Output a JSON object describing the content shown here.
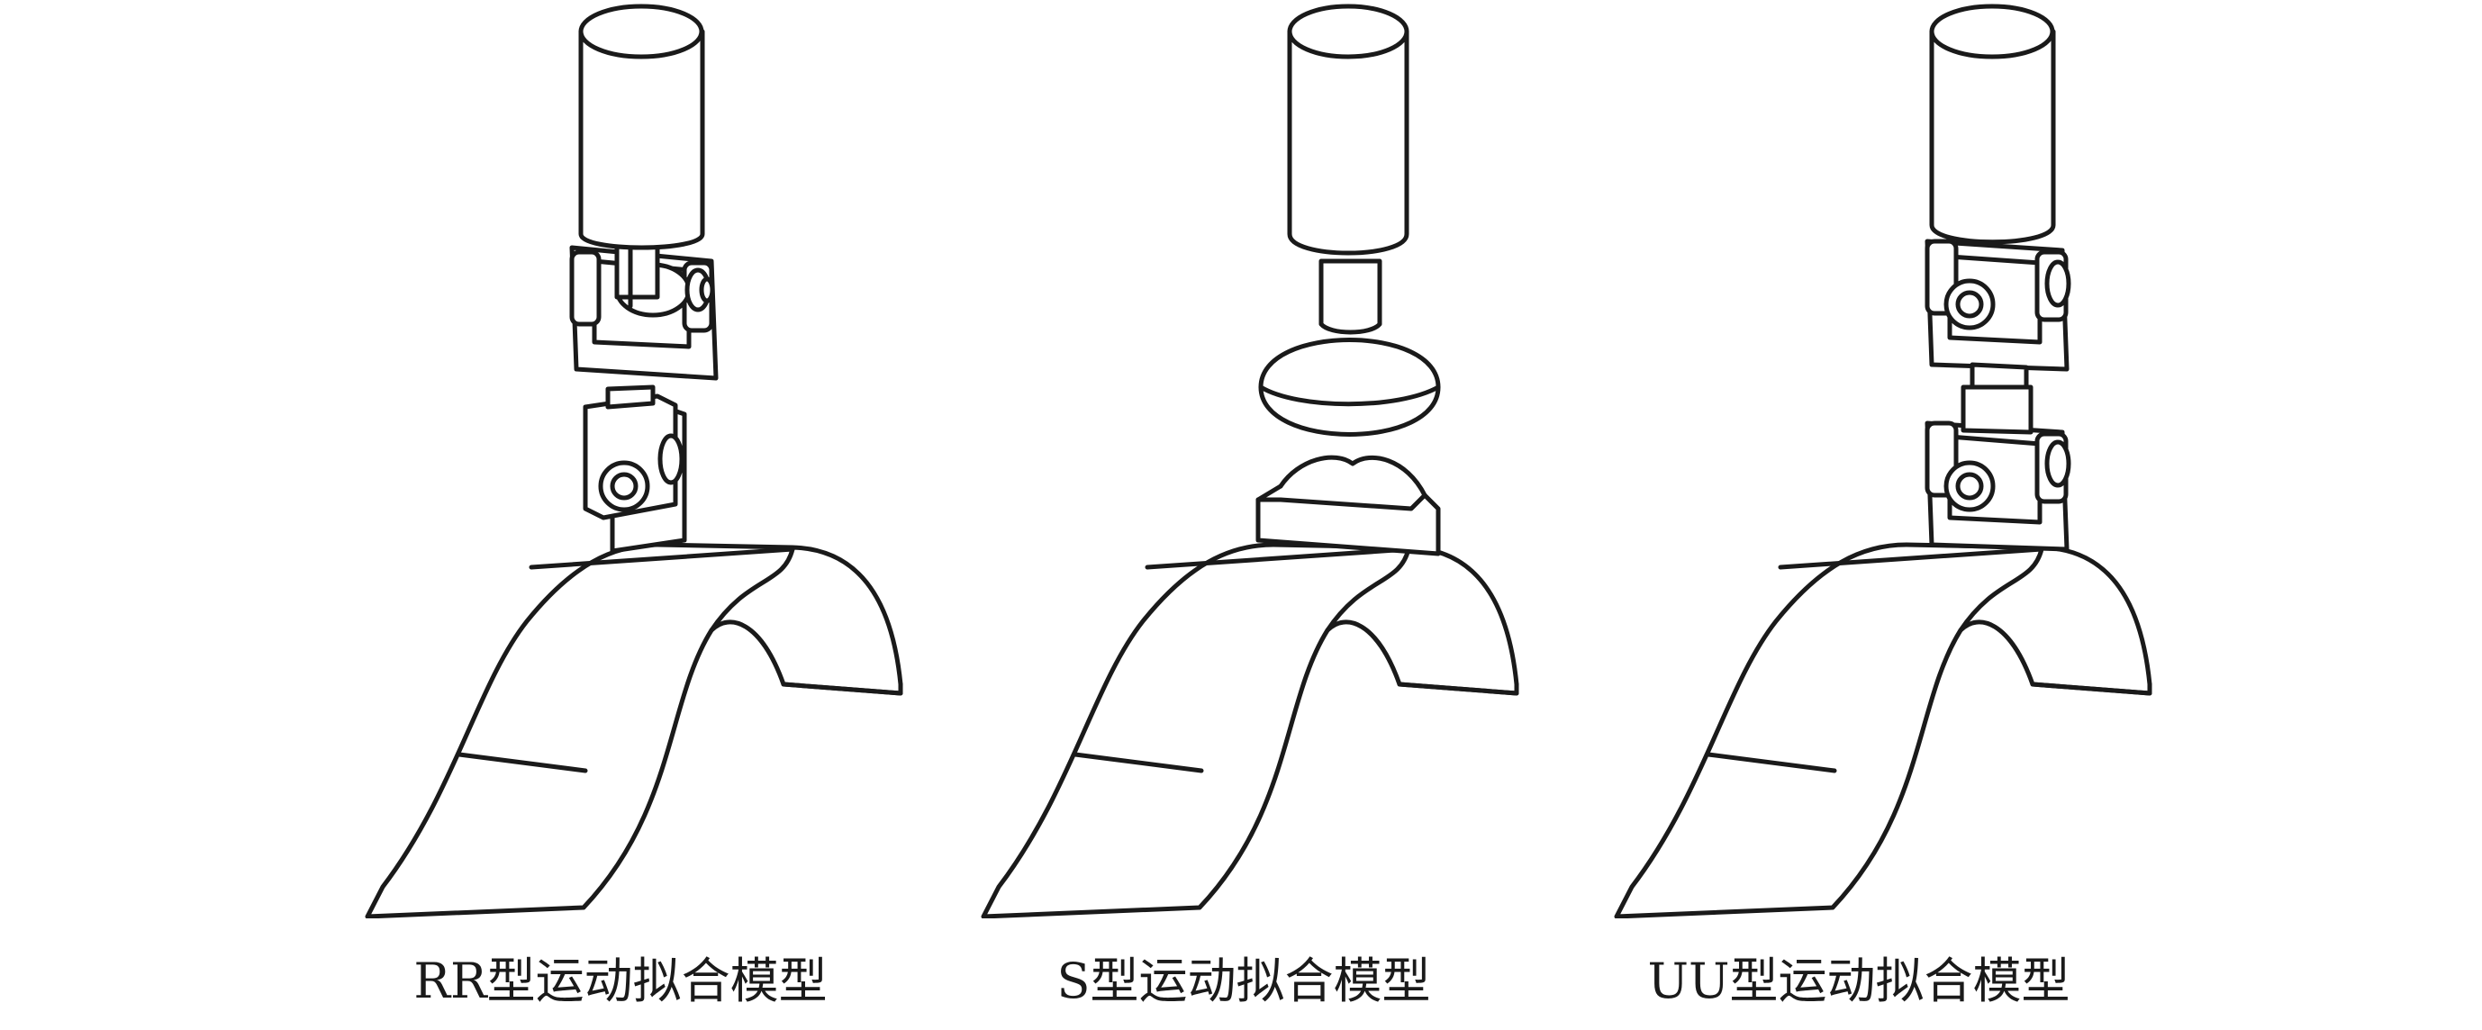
{
  "captions": {
    "rr": "RR型运动拟合模型",
    "s": "S型运动拟合模型",
    "uu": "UU型运动拟合模型"
  }
}
